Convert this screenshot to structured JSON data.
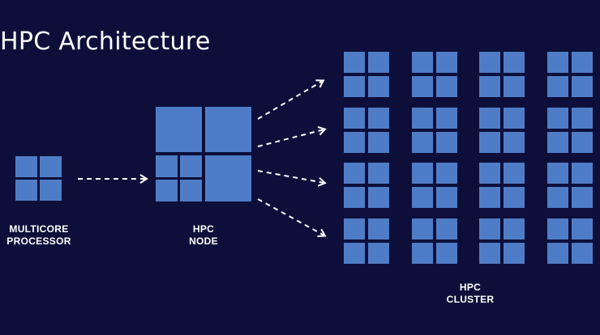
{
  "title": "HPC Architecture",
  "labels": {
    "processor_line1": "MULTICORE",
    "processor_line2": "PROCESSOR",
    "node_line1": "HPC",
    "node_line2": "NODE",
    "cluster_line1": "HPC",
    "cluster_line2": "CLUSTER"
  },
  "colors": {
    "background": "#0d0f3a",
    "block": "#4f7cc6",
    "text": "#ffffff",
    "arrow": "#ffffff"
  },
  "cluster": {
    "rows": 4,
    "columns": 4
  }
}
